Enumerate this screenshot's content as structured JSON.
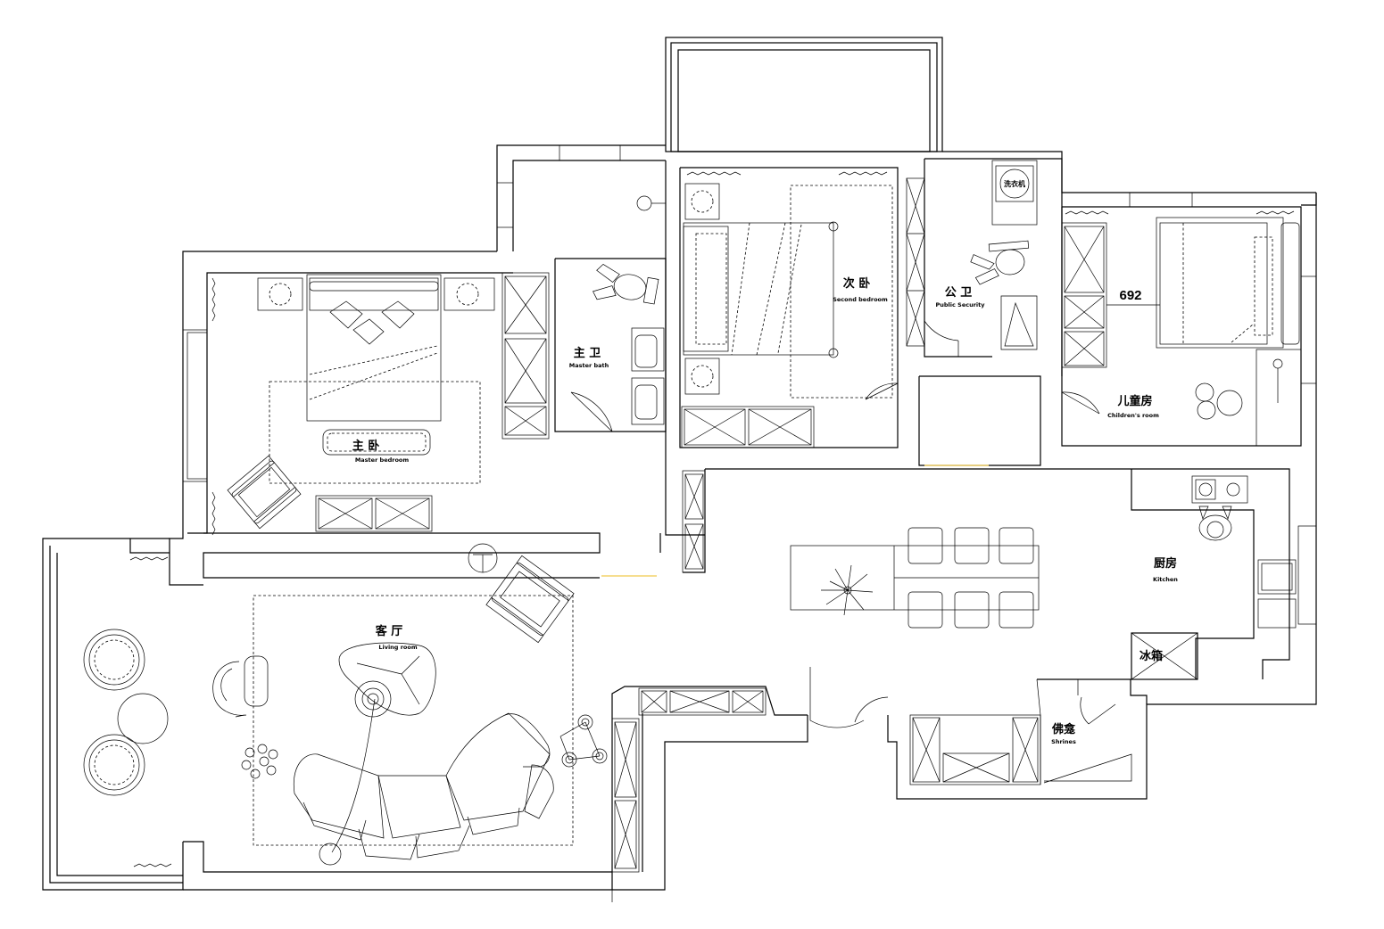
{
  "rooms": {
    "master_bedroom": {
      "cn": "主 卧",
      "en": "Master bedroom"
    },
    "master_bath": {
      "cn": "主 卫",
      "en": "Master bath"
    },
    "second_bedroom": {
      "cn": "次 卧",
      "en": "Second bedroom"
    },
    "public_bath": {
      "cn": "公 卫",
      "en": "Public Security"
    },
    "childrens_room": {
      "cn": "儿童房",
      "en": "Children's room"
    },
    "kitchen": {
      "cn": "厨房",
      "en": "Kitchen"
    },
    "living_room": {
      "cn": "客 厅",
      "en": "Living room"
    },
    "shrine": {
      "cn": "佛龛",
      "en": "Shrines"
    }
  },
  "labels": {
    "washing_machine": "洗衣机",
    "fridge": "冰箱",
    "dimension": "692"
  }
}
